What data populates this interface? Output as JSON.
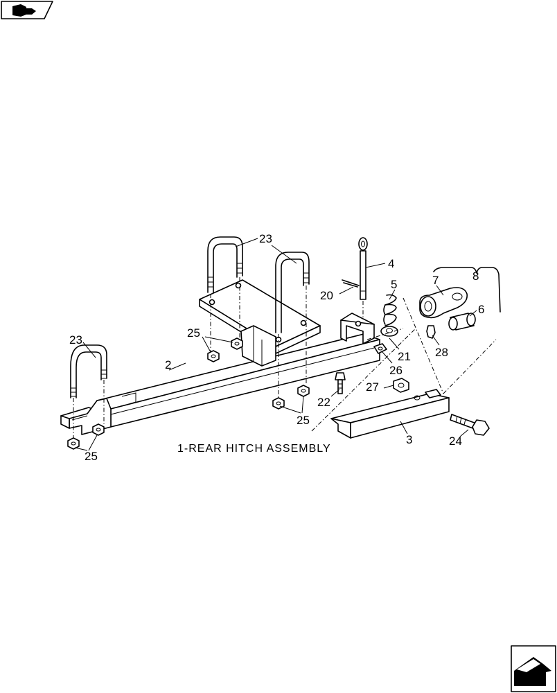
{
  "title": "1-REAR HITCH ASSEMBLY",
  "callouts": {
    "c2": "2",
    "c3": "3",
    "c4": "4",
    "c5": "5",
    "c6": "6",
    "c7": "7",
    "c8": "8",
    "c20": "20",
    "c21": "21",
    "c22": "22",
    "c23a": "23",
    "c23b": "23",
    "c24": "24",
    "c25a": "25",
    "c25b": "25",
    "c25c": "25",
    "c26": "26",
    "c27": "27",
    "c28": "28"
  },
  "nav": {
    "top_icon": "book-arrow-icon",
    "bottom_icon": "next-page-arrow-icon"
  }
}
